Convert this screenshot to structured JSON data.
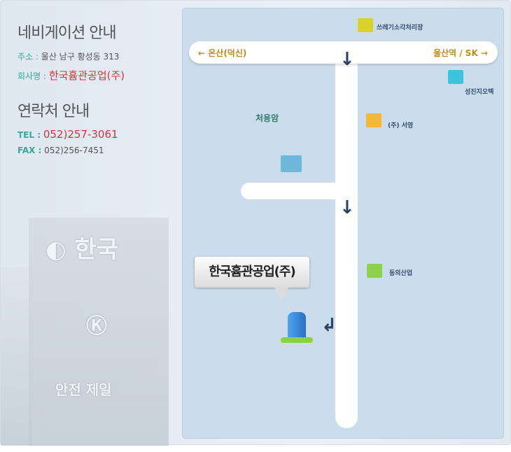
{
  "nav_title": "네비게이션 안내",
  "address": {
    "label": "주소 :",
    "value": "울산 남구 황성동 313"
  },
  "company": {
    "label": "회사명 :",
    "value": "한국흄관공업(주)"
  },
  "contact_title": "연락처 안내",
  "tel": {
    "label": "TEL :",
    "value": "052)257-3061"
  },
  "fax": {
    "label": "FAX :",
    "value": "052)256-7451"
  },
  "photo_text": {
    "top": "한국",
    "bottom": "안전 제일"
  },
  "map": {
    "left_dir": "← 온산(덕신)",
    "right_dir": "울산역 / SK →",
    "places": [
      "쓰레기소각처리장",
      "성진지오텍",
      "처용암",
      "(주) 서영",
      "동의산업"
    ],
    "destination": "한국흄관공업(주)"
  }
}
